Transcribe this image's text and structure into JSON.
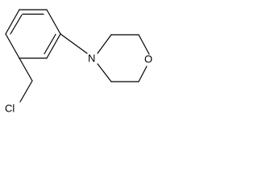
{
  "molecule": {
    "atoms": {
      "chlorine": "Cl",
      "nitrogen": "N",
      "oxygen": "O"
    }
  },
  "colors": {
    "bond": "#000000",
    "background": "#ffffff"
  }
}
